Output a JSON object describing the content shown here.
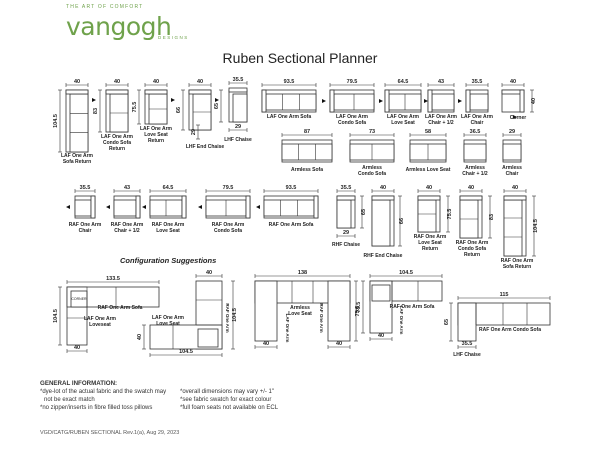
{
  "brand": {
    "tagline": "THE ART OF COMFORT",
    "name": "vangogh",
    "sub": "DESIGNS"
  },
  "title": "Ruben Sectional Planner",
  "config_heading": "Configuration Suggestions",
  "pieces_row1": [
    {
      "dim": "40",
      "label": [
        "LAF One Arm",
        "Sofa Return"
      ],
      "depth": "104.5"
    },
    {
      "dim": "40",
      "label": [
        "LAF One Arm",
        "Condo Sofa",
        "Return"
      ],
      "depth": "83"
    },
    {
      "dim": "40",
      "label": [
        "LAF One Arm",
        "Love Seat",
        "Return"
      ],
      "depth": "75.5"
    },
    {
      "dim": "40",
      "label": [
        "LHF End Chaise"
      ],
      "depth": "66",
      "extra": "29"
    },
    {
      "dim": "35.5",
      "label": [
        "LHF Chaise"
      ],
      "depth": "65",
      "extra": "29"
    },
    {
      "dim": "93.5",
      "label": [
        "LAF One Arm Sofa"
      ]
    },
    {
      "dim": "79.5",
      "label": [
        "LAF One Arm",
        "Condo Sofa"
      ]
    },
    {
      "dim": "64.5",
      "label": [
        "LAF One Arm",
        "Love Seat"
      ]
    },
    {
      "dim": "43",
      "label": [
        "LAF One Arm",
        "Chair + 1/2"
      ]
    },
    {
      "dim": "35.5",
      "label": [
        "LAF One Arm",
        "Chair"
      ]
    },
    {
      "dim": "40",
      "label": [
        "Corner"
      ],
      "depth": "40"
    }
  ],
  "pieces_row2": [
    {
      "dim": "87",
      "label": [
        "Armless Sofa"
      ]
    },
    {
      "dim": "73",
      "label": [
        "Armless",
        "Condo Sofa"
      ]
    },
    {
      "dim": "58",
      "label": [
        "Armless Love Seat"
      ]
    },
    {
      "dim": "36.5",
      "label": [
        "Armless",
        "Chair + 1/2"
      ]
    },
    {
      "dim": "29",
      "label": [
        "Armless",
        "Chair"
      ]
    }
  ],
  "pieces_row3": [
    {
      "dim": "35.5",
      "label": [
        "RAF One Arm",
        "Chair"
      ]
    },
    {
      "dim": "43",
      "label": [
        "RAF One Arm",
        "Chair + 1/2"
      ]
    },
    {
      "dim": "64.5",
      "label": [
        "RAF One Arm",
        "Love Seat"
      ]
    },
    {
      "dim": "79.5",
      "label": [
        "RAF One Arm",
        "Condo Sofa"
      ]
    },
    {
      "dim": "93.5",
      "label": [
        "RAF One Arm Sofa"
      ]
    },
    {
      "dim": "35.5",
      "label": [
        "RHF Chaise"
      ],
      "depth": "65",
      "extra": "29"
    },
    {
      "dim": "40",
      "label": [
        "RHF End Chaise"
      ],
      "depth": "66"
    },
    {
      "dim": "40",
      "label": [
        "RAF One Arm",
        "Love Seat",
        "Return"
      ],
      "depth": "75.5"
    },
    {
      "dim": "40",
      "label": [
        "RAF One Arm",
        "Condo Sofa",
        "Return"
      ],
      "depth": "83"
    },
    {
      "dim": "40",
      "label": [
        "RAF One Arm",
        "Sofa Return"
      ],
      "depth": "104.5"
    }
  ],
  "configs": [
    {
      "top": "133.5",
      "bottom": "40",
      "side": "104.5",
      "labels": [
        "RAF One Arm Sofa",
        "LAF One Arm",
        "Loveseat",
        "CORNER"
      ]
    },
    {
      "top": "40",
      "bottom": "104.5",
      "side": "104.5",
      "left": "40",
      "labels": [
        "LAF One Arm",
        "Love Seat",
        "RAF One Arm",
        "Sofa Return"
      ]
    },
    {
      "top": "138",
      "bottom": "40",
      "side": "75.5",
      "labels": [
        "Armless",
        "Love Seat",
        "LAF One Arm",
        "Sofa Return",
        "RAF One Arm",
        "Love Seat Return"
      ]
    },
    {
      "top": "104.5",
      "bottom": "40",
      "side": "75.5",
      "labels": [
        "RAF One Arm Sofa",
        "LAF One Arm",
        "Loveseat Return"
      ]
    },
    {
      "top": "115",
      "side": "65",
      "bottom": "35.5",
      "labels": [
        "RAF One Arm",
        "Condo Sofa",
        "LHF Chaise"
      ]
    }
  ],
  "info": {
    "heading": "GENERAL INFORMATION:",
    "left": [
      "*dye-lot of the actual fabric and the swatch may",
      "not be exact match",
      "*no zipper/inserts in fibre filled toss pillows"
    ],
    "right": [
      "*overall dimensions may vary +/- 1\"",
      "*see fabric swatch for exact colour",
      "*full foam seats not available on ECL"
    ]
  },
  "footer": "VGD/CATG/RUBEN SECTIONAL Rev.1(a), Aug 29, 2023",
  "colors": {
    "brand_green": "#6fa24b",
    "line": "#333333"
  }
}
